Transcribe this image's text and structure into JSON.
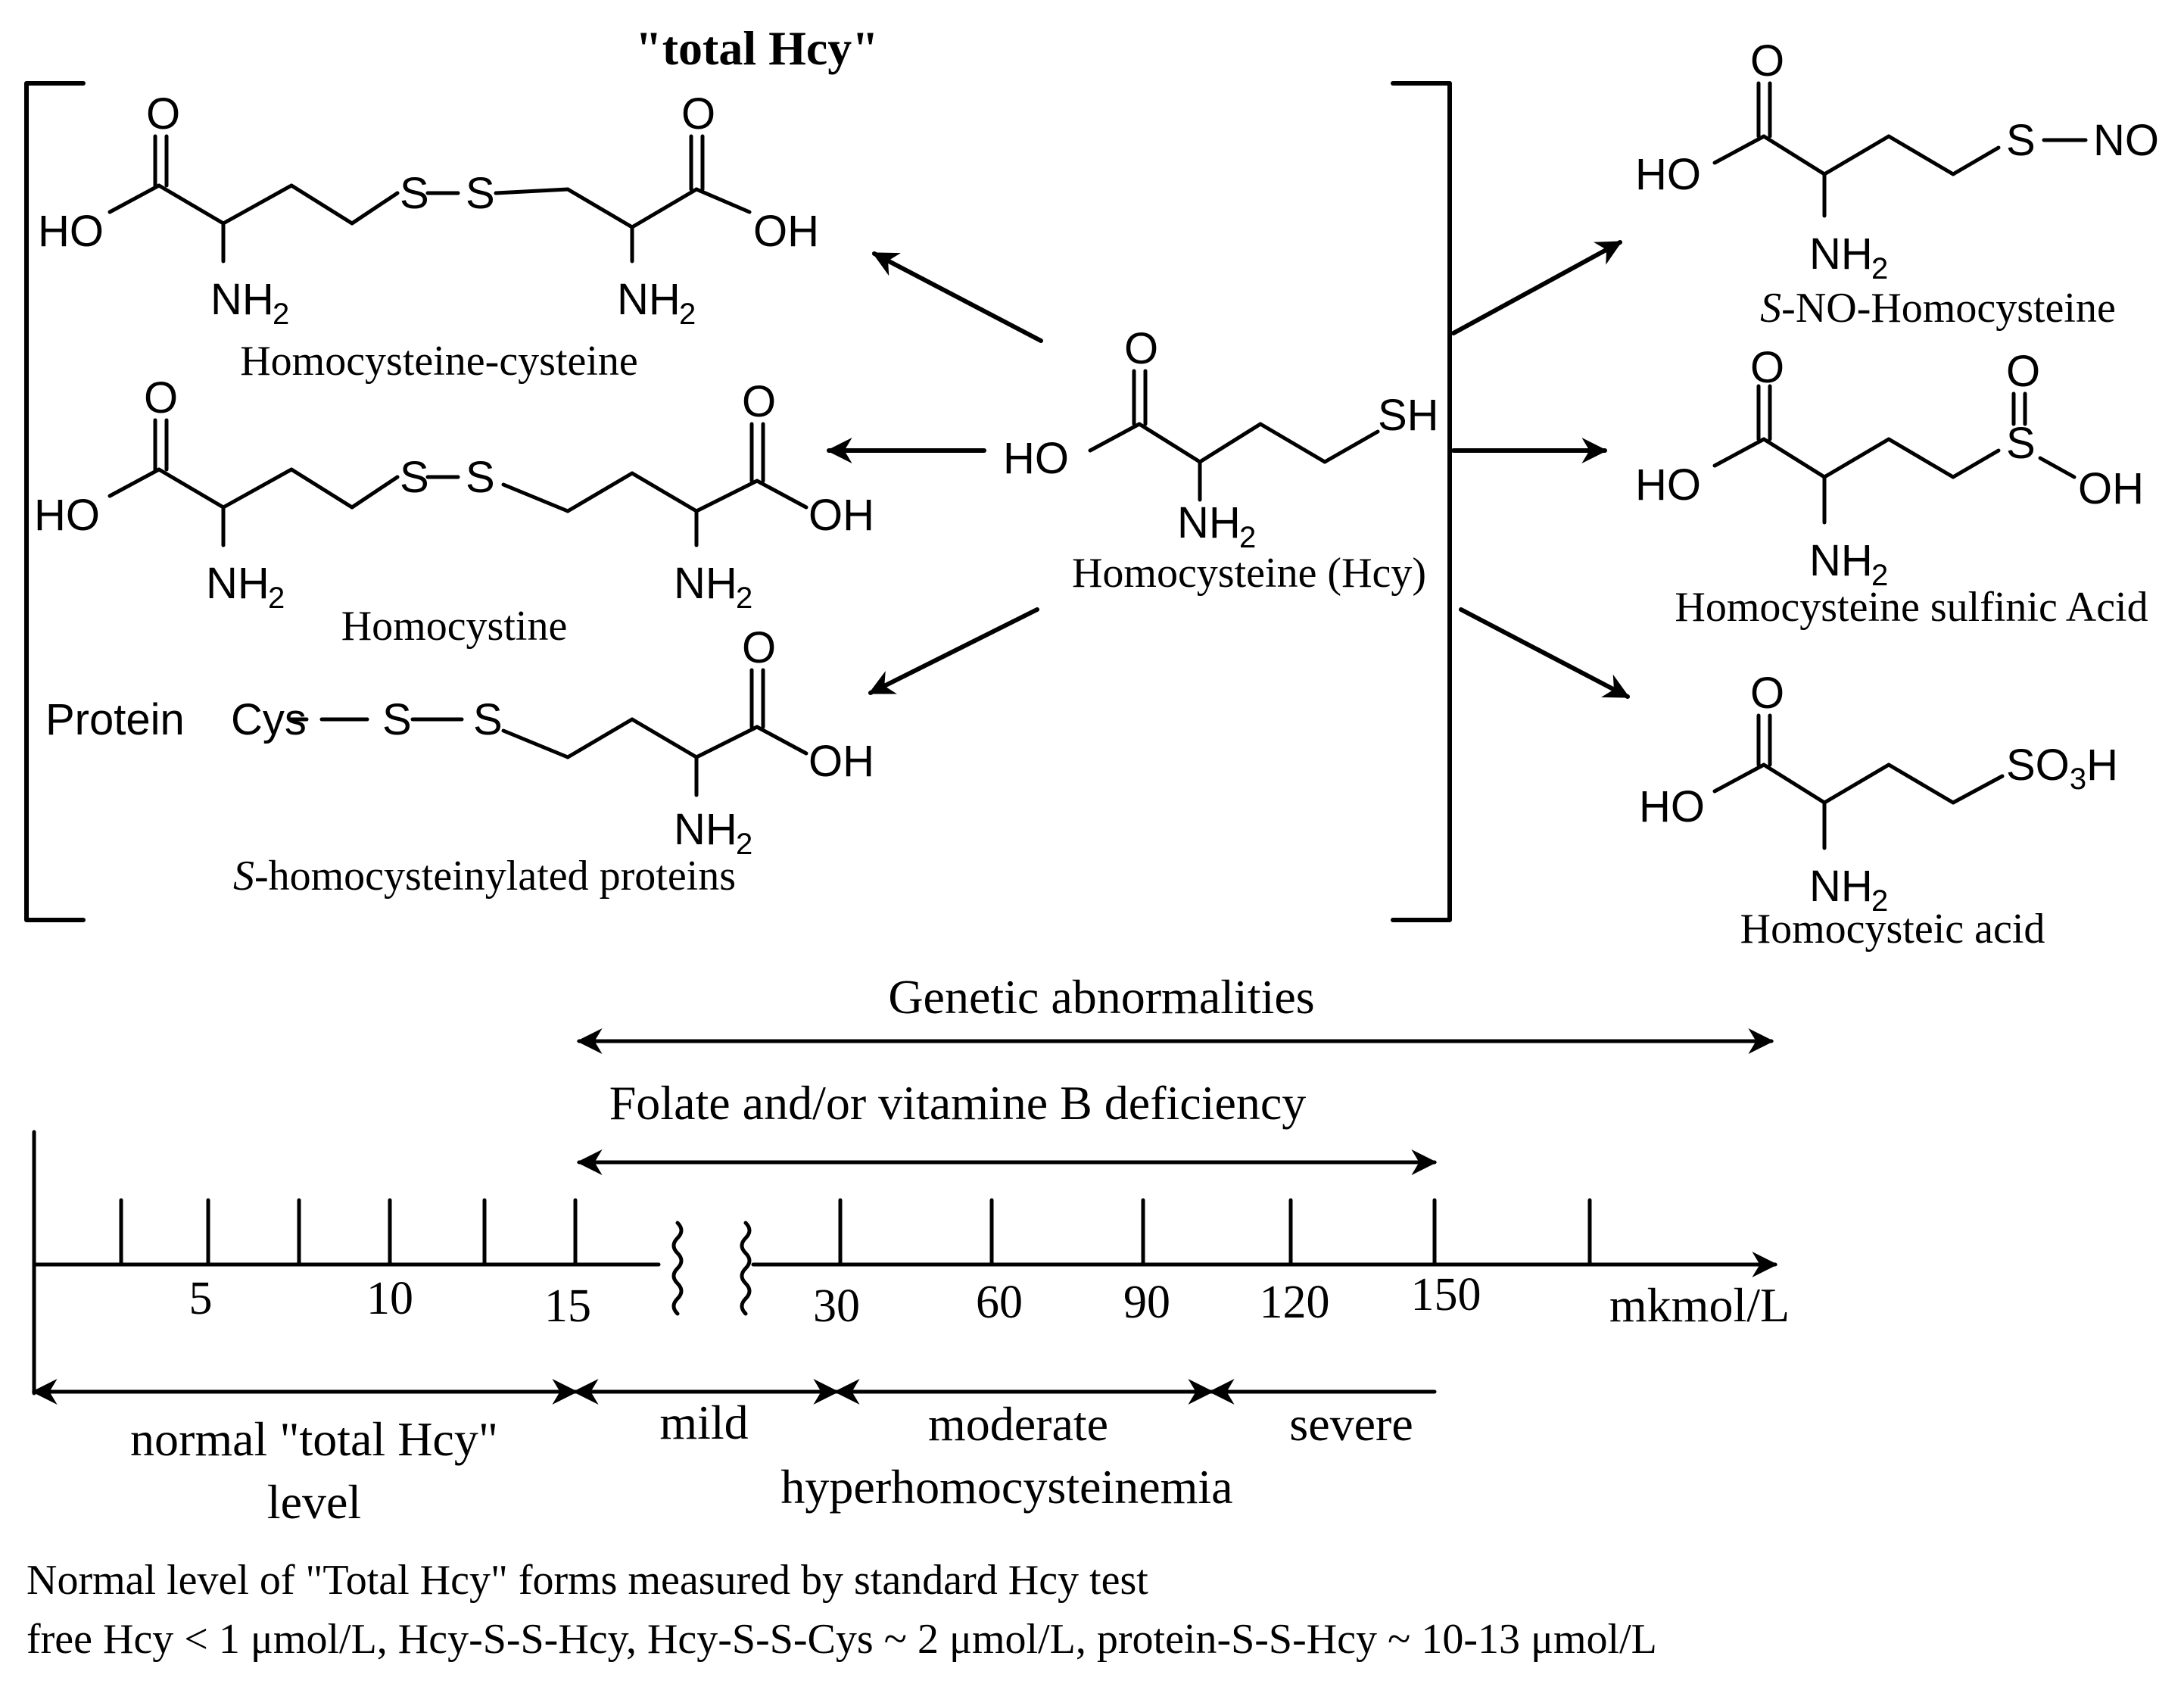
{
  "figure": {
    "total_hcy_label": "\"total Hcy\""
  },
  "molecules": {
    "hcy_cys": {
      "caption": "Homocysteine-cysteine",
      "atoms": {
        "ho": "HO",
        "o1": "O",
        "nh2_1": "NH",
        "s1": "S",
        "s2": "S",
        "o2": "O",
        "oh": "OH",
        "nh2_2": "NH",
        "sub2": "2"
      }
    },
    "homocystine": {
      "caption": "Homocystine",
      "atoms": {
        "ho": "HO",
        "o1": "O",
        "nh2_1": "NH",
        "s1": "S",
        "s2": "S",
        "o2": "O",
        "oh": "OH",
        "nh2_2": "NH",
        "sub2": "2"
      }
    },
    "protein_hcy": {
      "caption_prefix": "S",
      "caption_rest": "-homocysteinylated proteins",
      "atoms": {
        "protein_cys": "Protein",
        "cys": "Cys",
        "s1": "S",
        "s2": "S",
        "o2": "O",
        "oh": "OH",
        "nh2_2": "NH",
        "sub2": "2"
      }
    },
    "hcy": {
      "caption": "Homocysteine (Hcy)",
      "atoms": {
        "ho": "HO",
        "o": "O",
        "sh": "SH",
        "nh2": "NH",
        "sub2": "2"
      }
    },
    "s_no_hcy": {
      "caption_prefix": "S",
      "caption_rest": "-NO-Homocysteine",
      "atoms": {
        "ho": "HO",
        "o": "O",
        "s": "S",
        "no": "NO",
        "nh2": "NH",
        "sub2": "2"
      }
    },
    "sulfinic": {
      "caption": "Homocysteine sulfinic Acid",
      "atoms": {
        "ho": "HO",
        "o": "O",
        "s": "S",
        "so": "O",
        "oh": "OH",
        "nh2": "NH",
        "sub2": "2"
      }
    },
    "homocysteic": {
      "caption": "Homocysteic acid",
      "atoms": {
        "ho": "HO",
        "o": "O",
        "so3h_a": "SO",
        "so3h_sub": "3",
        "so3h_b": "H",
        "nh2": "NH",
        "sub2": "2"
      }
    }
  },
  "scale": {
    "genetic_label": "Genetic abnormalities",
    "folate_label": "Folate and/or vitamine B deficiency",
    "ticks": [
      "5",
      "10",
      "15",
      "30",
      "60",
      "90",
      "120",
      "150"
    ],
    "unit": "mkmol/L",
    "ranges": {
      "normal_line1": "normal \"total Hcy\"",
      "normal_line2": "level",
      "mild": "mild",
      "moderate": "moderate",
      "severe": "severe",
      "hyper": "hyperhomocysteinemia"
    }
  },
  "footnote": {
    "line1": "Normal level of \"Total Hcy\" forms measured by standard Hcy test",
    "line2": "free Hcy < 1 μmol/L, Hcy-S-S-Hcy, Hcy-S-S-Cys ~ 2 μmol/L, protein-S-S-Hcy ~ 10-13 μmol/L"
  }
}
